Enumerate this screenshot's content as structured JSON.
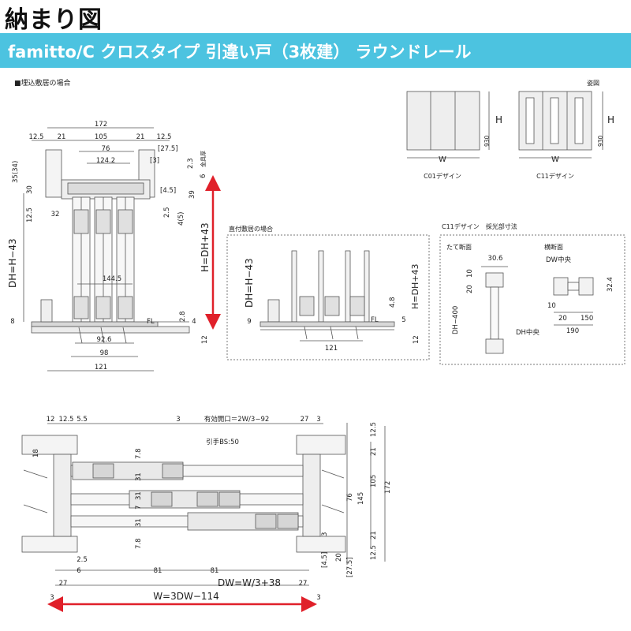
{
  "title": "納まり図",
  "subtitle": "famitto/C クロスタイプ 引違い戸（3枚建） ラウンドレール",
  "section_embedded": "■埋込敷居の場合",
  "section_surface": "直付敷居の場合",
  "section_elevation": "姿図",
  "section_c11": "C11デザイン　採光部寸法",
  "c01_label": "C01デザイン",
  "c11_label": "C11デザイン",
  "vertical_section": "たて断面",
  "horizontal_section": "横断面",
  "dw_center": "DW中央",
  "dh_center": "DH中央",
  "dh_label": "DH=H−43",
  "h_label": "H=DH+43",
  "fl": "FL",
  "h": "H",
  "w": "W",
  "effective_opening": "有効開口＝2W/3−92",
  "handle": "引手BS:50",
  "dw_formula": "DW=W/3+38",
  "w_formula": "W=3DW−114",
  "dims": {
    "d172": "172",
    "d12_5": "12.5",
    "d21": "21",
    "d105": "105",
    "d76": "76",
    "d27_5": "[27.5]",
    "d124_2": "124.2",
    "d3b": "[3]",
    "d2_3": "2.3",
    "d6": "6",
    "kanagu": "金具厚",
    "d35_34": "35(34)",
    "d30": "30",
    "d4_5": "[4.5]",
    "d39": "39",
    "d32": "32",
    "d2_5": "2.5",
    "d4_5p": "4(5)",
    "d144_5": "144.5",
    "d8": "8",
    "d2_8": "2.8",
    "d4": "4",
    "d12": "12",
    "d92_6": "92.6",
    "d98": "98",
    "d121": "121",
    "d9": "9",
    "d4_8": "4.8",
    "d5": "5",
    "d930": "930",
    "d30_6": "30.6",
    "d20": "20",
    "d10": "10",
    "dh400": "DH−400",
    "d32_4": "32.4",
    "d150": "150",
    "d190": "190",
    "d12b": "12",
    "d5_5": "5.5",
    "d3": "3",
    "d27": "27",
    "d18": "18",
    "d7_8": "7.8",
    "d31": "31",
    "d7": "7",
    "d145": "145",
    "d81": "81",
    "d6b": "6",
    "d2_5b": "2.5",
    "d4_5b": "[4.5]",
    "d27_5b": "[27.5]"
  },
  "colors": {
    "banner": "#4cc3e0",
    "arrow": "#e0202a",
    "line": "#555555"
  }
}
